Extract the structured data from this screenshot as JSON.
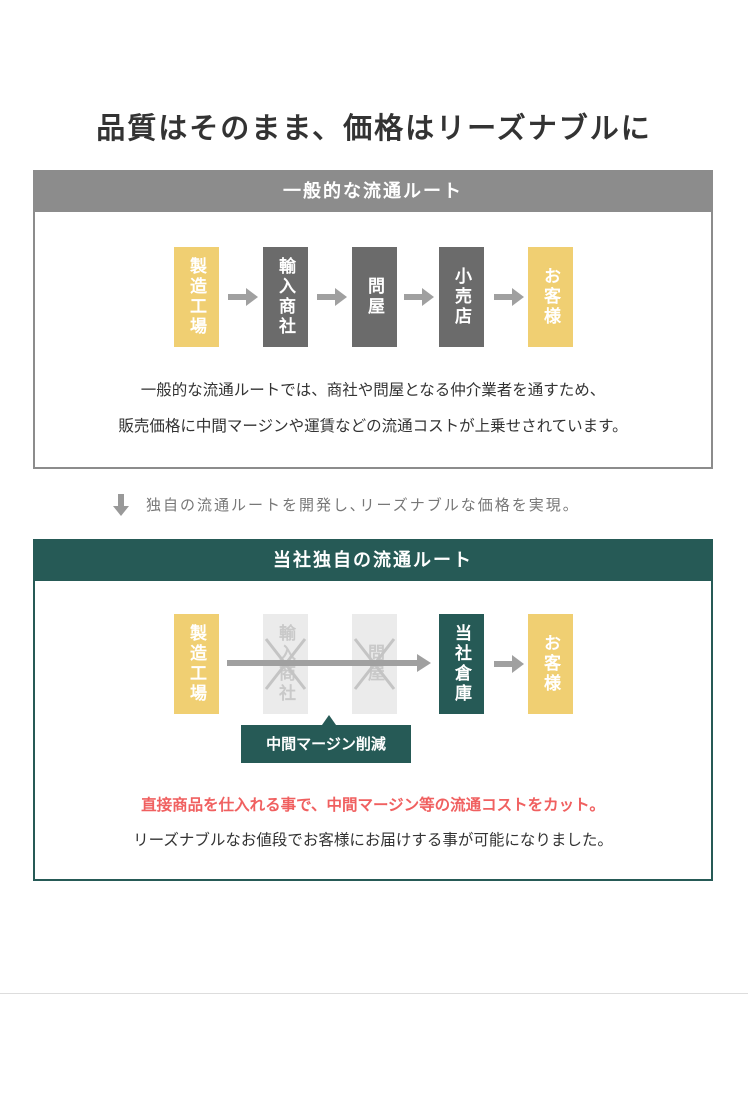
{
  "title": "品質はそのまま、価格はリーズナブルに",
  "general": {
    "header": "一般的な流通ルート",
    "steps": [
      "製造工場",
      "輸入商社",
      "問屋",
      "小売店",
      "お客様"
    ],
    "line1": "一般的な流通ルートでは、商社や問屋となる仲介業者を通すため、",
    "line2": "販売価格に中間マージンや運賃などの流通コストが上乗せされています。"
  },
  "transition": "独自の流通ルートを開発し､リーズナブルな価格を実現。",
  "own": {
    "header": "当社独自の流通ルート",
    "steps": [
      "製造工場",
      "輸入商社",
      "問屋",
      "当社倉庫",
      "お客様"
    ],
    "badge": "中間マージン削減",
    "highlight": "直接商品を仕入れる事で、中間マージン等の流通コストをカット。",
    "line2": "リーズナブルなお値段でお客様にお届けする事が可能になりました。"
  },
  "colors": {
    "yellow": "#f0cf72",
    "grey": "#6b6b6b",
    "green": "#265a56",
    "red": "#f06060"
  }
}
